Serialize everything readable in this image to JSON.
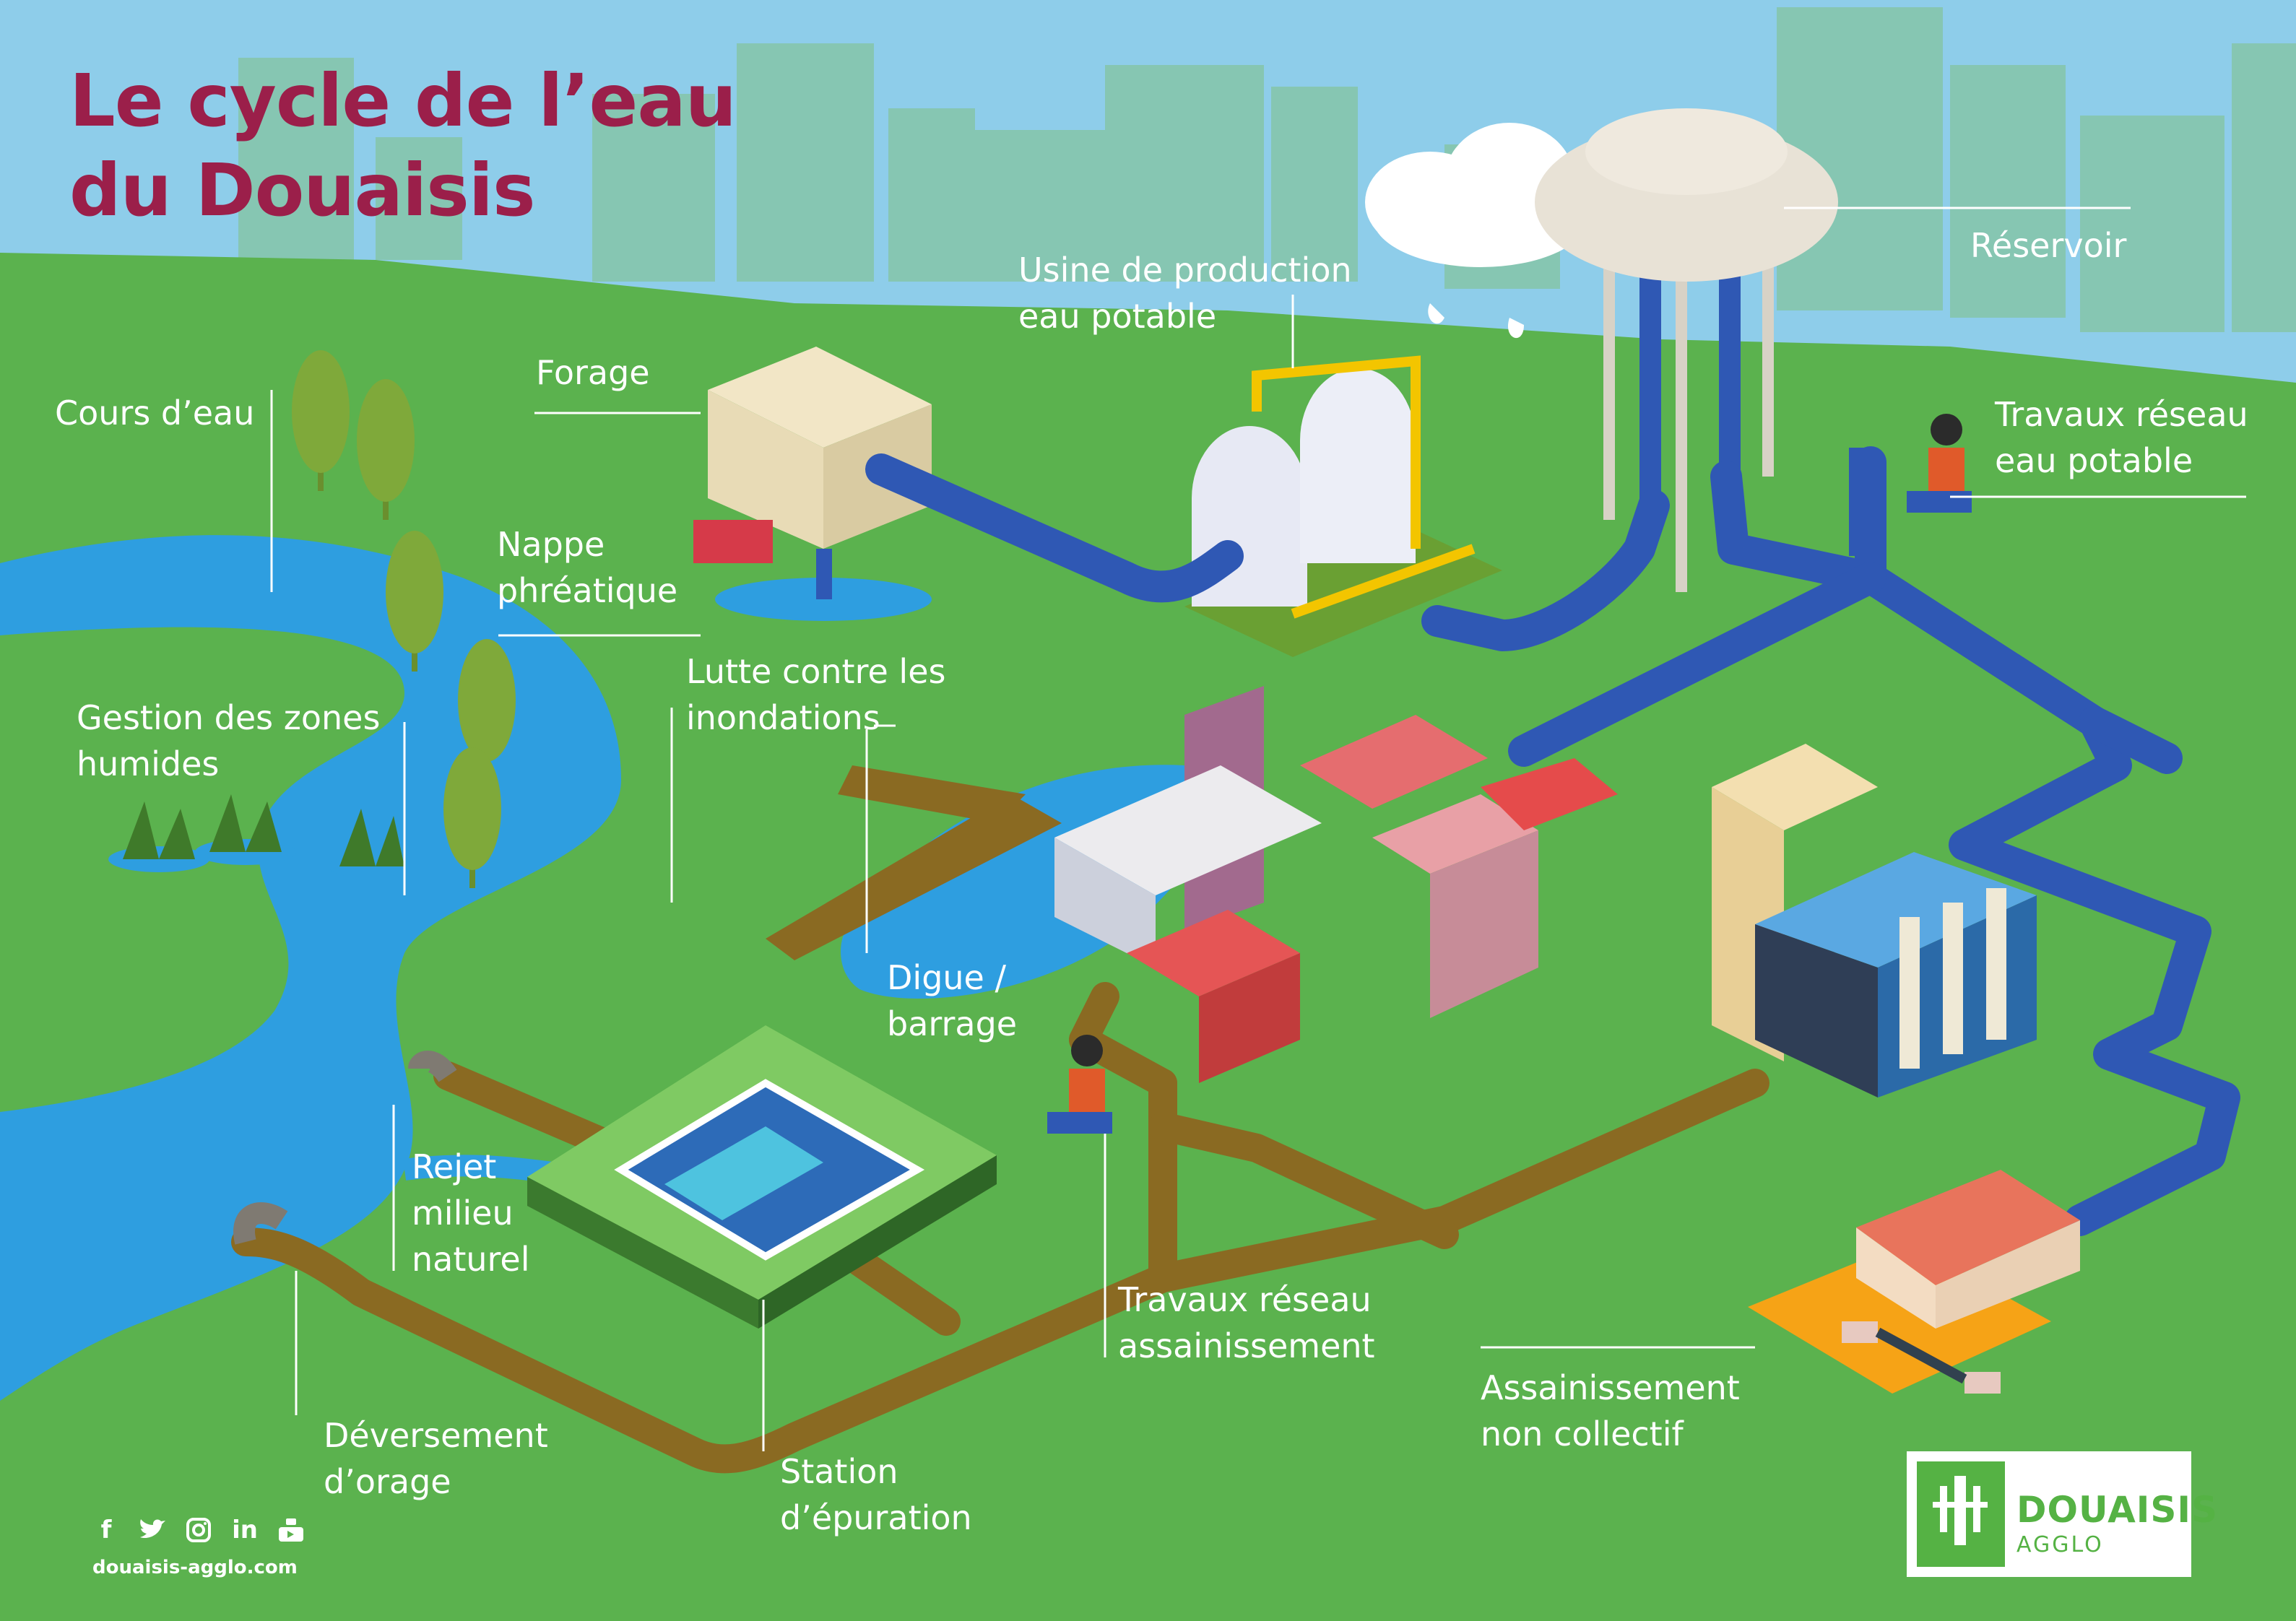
{
  "title": {
    "line1": "Le cycle de l’eau",
    "line2": "du Douaisis"
  },
  "labels": {
    "cours_deau": "Cours d’eau",
    "forage": "Forage",
    "usine_1": "Usine de production",
    "usine_2": "eau potable",
    "reservoir": "Réservoir",
    "travaux_potable_1": "Travaux réseau",
    "travaux_potable_2": "eau potable",
    "nappe_1": "Nappe",
    "nappe_2": "phréatique",
    "lutte_1": "Lutte contre les",
    "lutte_2": "inondations",
    "zones_1": "Gestion des zones",
    "zones_2": "humides",
    "digue_1": "Digue /",
    "digue_2": "barrage",
    "rejet_1": "Rejet",
    "rejet_2": "milieu",
    "rejet_3": "naturel",
    "travaux_assain_1": "Travaux réseau",
    "travaux_assain_2": "assainissement",
    "anc_1": "Assainissement",
    "anc_2": "non collectif",
    "deversement_1": "Déversement",
    "deversement_2": "d’orage",
    "station_1": "Station",
    "station_2": "d’épuration"
  },
  "footer": {
    "social": [
      "f",
      "t",
      "ig",
      "in",
      "yt"
    ],
    "website": "douaisis-agglo.com"
  },
  "logo": {
    "brand": "DOUAISIS",
    "sub": "AGGLO"
  },
  "colors": {
    "sky": "#8ecdea",
    "skyline": "#86c6b2",
    "grass": "#5bb24e",
    "water": "#2e9ee0",
    "potable_pipe": "#2f58b4",
    "waste_pipe": "#8a6a22",
    "title": "#9b1f4a",
    "logo_green": "#55b244"
  }
}
